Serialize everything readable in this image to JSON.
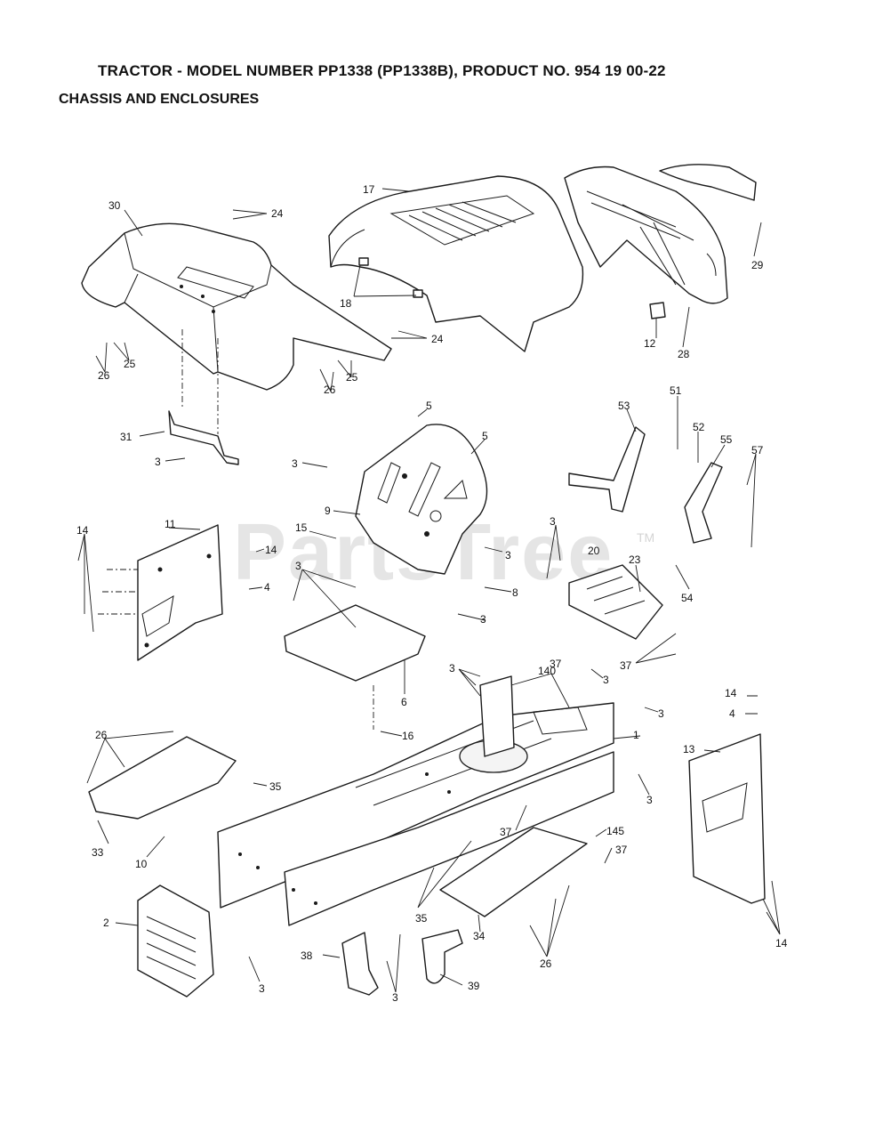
{
  "header": {
    "title": "TRACTOR - MODEL NUMBER PP1338 (PP1338B), PRODUCT NO. 954 19 00-22",
    "subtitle": "CHASSIS AND ENCLOSURES"
  },
  "watermark": {
    "text": "PartsTree",
    "tm": "TM"
  },
  "callouts": [
    "30",
    "24",
    "17",
    "29",
    "18",
    "24",
    "12",
    "28",
    "26",
    "25",
    "26",
    "25",
    "5",
    "5",
    "53",
    "51",
    "52",
    "55",
    "57",
    "31",
    "3",
    "3",
    "9",
    "15",
    "3",
    "54",
    "11",
    "14",
    "14",
    "4",
    "3",
    "37",
    "20",
    "23",
    "8",
    "3",
    "37",
    "6",
    "3",
    "3",
    "140",
    "3",
    "3",
    "16",
    "14",
    "4",
    "26",
    "1",
    "13",
    "35",
    "3",
    "33",
    "10",
    "37",
    "145",
    "37",
    "35",
    "34",
    "26",
    "14",
    "2",
    "38",
    "3",
    "3",
    "39"
  ]
}
